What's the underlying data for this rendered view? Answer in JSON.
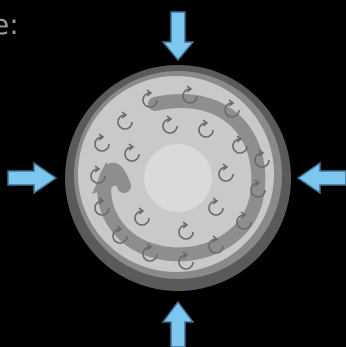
{
  "caption": "e:",
  "colors": {
    "background": "#000000",
    "caption": "#9a9a9a",
    "arrow_fill": "#7cc6f0",
    "arrow_stroke": "#3f6f90",
    "disk_outer": "#5a5a5a",
    "disk_rim": "#8a8a8a",
    "disk_face": "#c9c9c9",
    "disk_hub": "#dadada",
    "spiral": "#8e8e8e",
    "eddy": "#6a6a6a"
  },
  "icons": {
    "arrows": "inward-compression-arrows",
    "spiral": "rotation-spiral-arrow",
    "eddies": "circular-eddy-arrows"
  }
}
